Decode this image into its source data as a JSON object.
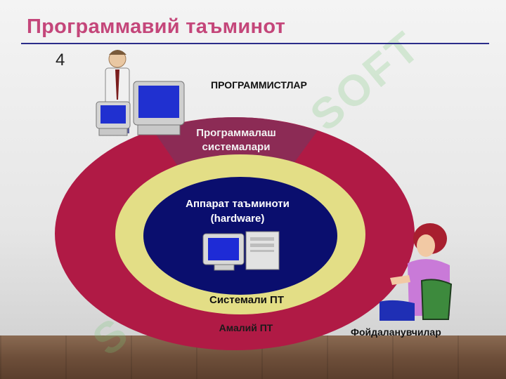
{
  "slide": {
    "title": "Программавий таъминот",
    "number": "4"
  },
  "labels": {
    "programmers": "ПРОГРАММИСТЛАР",
    "programming_systems": "Программалаш системалари",
    "hardware": "Аппарат таъминоти (hardware)",
    "system_software": "Системали ПТ",
    "application_software": "Амалий ПТ",
    "users": "Фойдаланувчилар"
  },
  "colors": {
    "title": "#c4467a",
    "title_rule": "#2b2d8a",
    "outer_ring": "#b01a45",
    "programming_sector": "#8c2b55",
    "middle_ring": "#e3de86",
    "core": "#0a0e6e"
  },
  "icons": [
    "programmer-with-computers-icon",
    "desktop-computer-icon",
    "user-at-computer-icon",
    "watermark-logo-icon"
  ]
}
